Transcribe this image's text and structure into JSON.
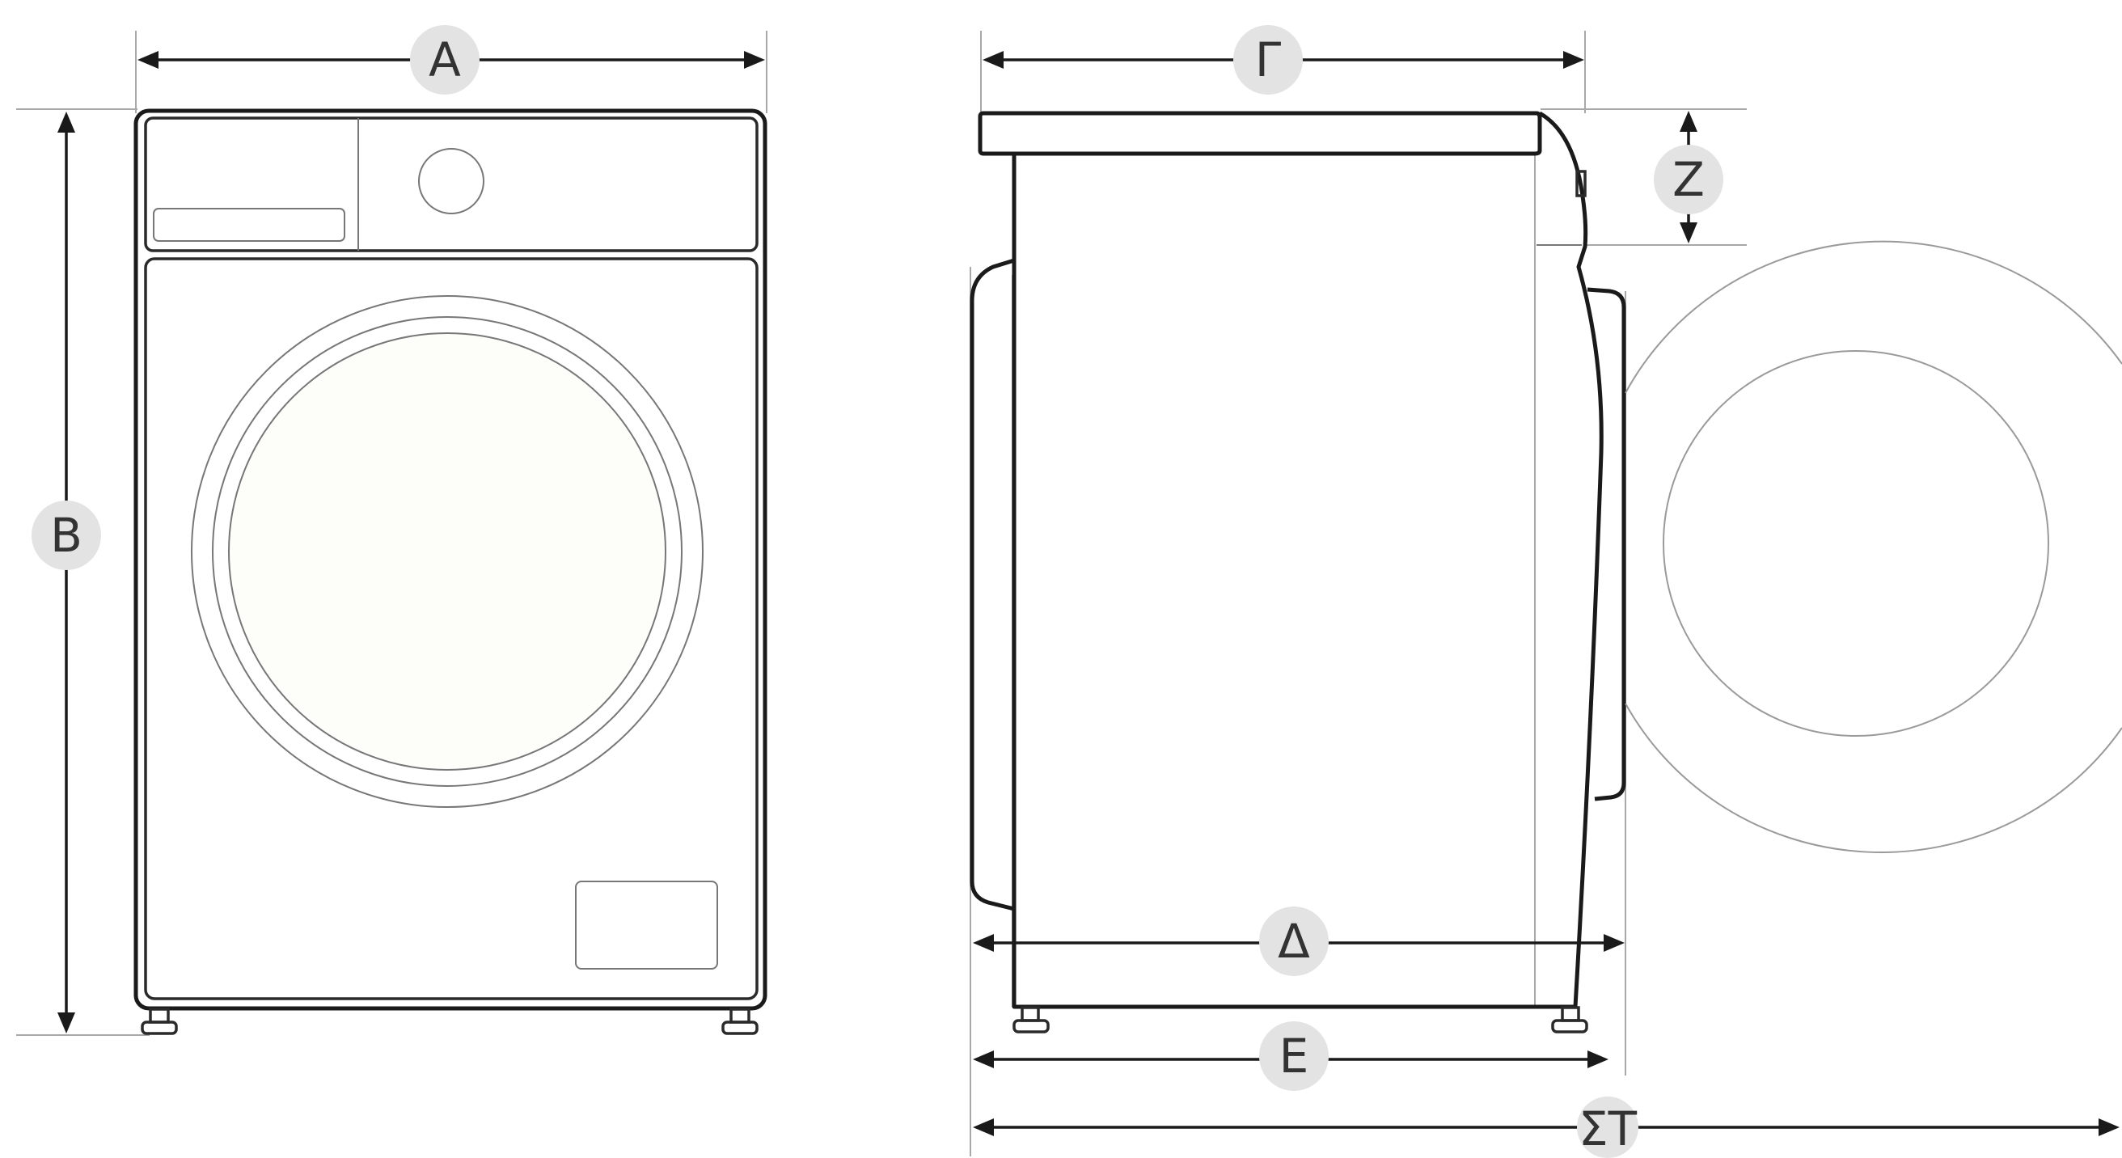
{
  "dimension_labels": {
    "width": "A",
    "height": "B",
    "depth_top": "Γ",
    "depth_body": "Δ",
    "depth_feet": "E",
    "depth_door_open": "ΣΤ",
    "panel_height": "Z"
  }
}
